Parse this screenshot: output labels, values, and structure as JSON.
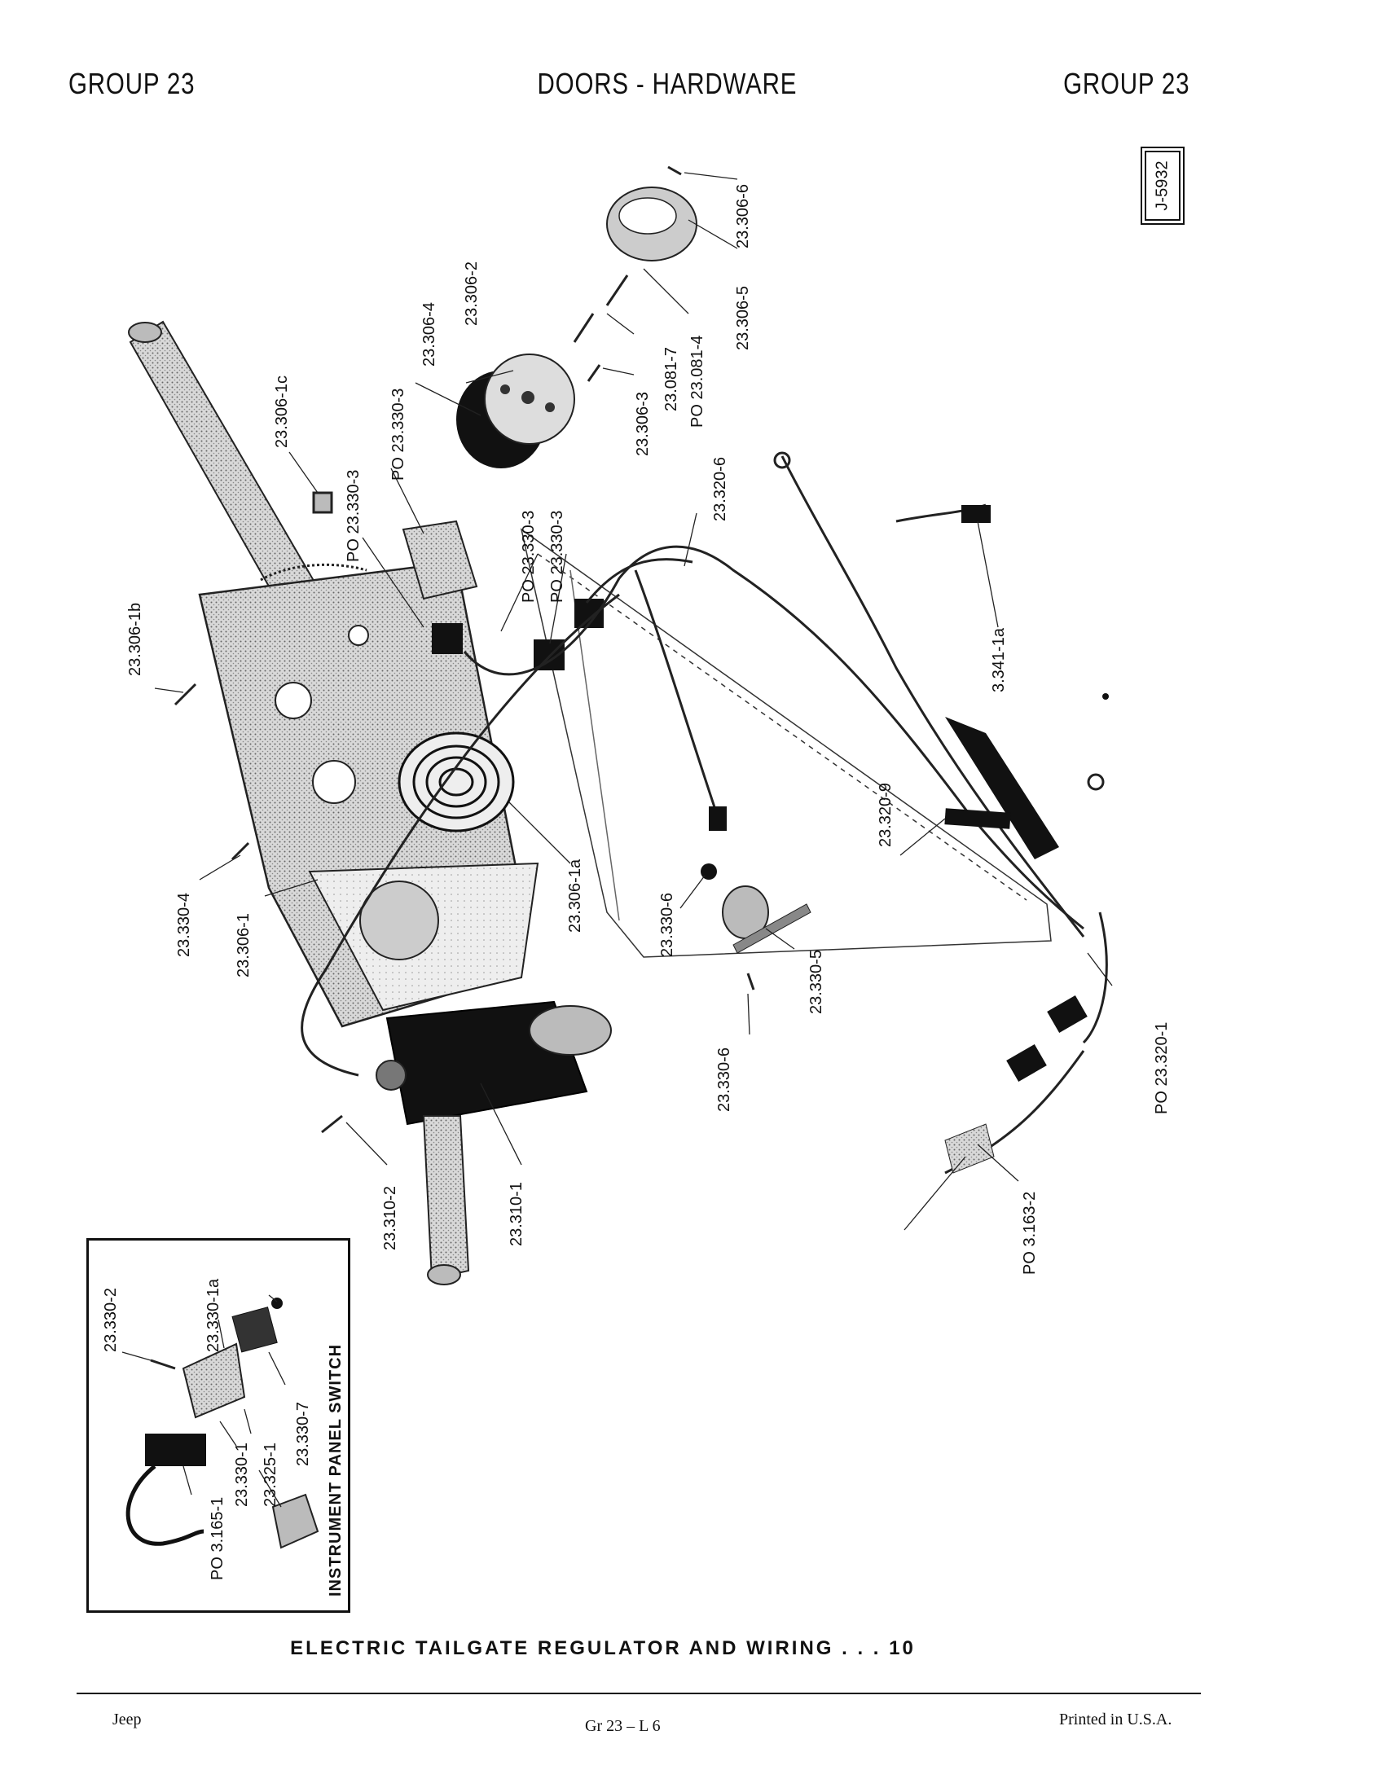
{
  "header": {
    "left": "GROUP 23",
    "center": "DOORS - HARDWARE",
    "right": "GROUP 23"
  },
  "plate_id": "J-5932",
  "labels": {
    "l_306_6": "23.306-6",
    "l_306_5": "23.306-5",
    "l_081_4": "PO 23.081-4",
    "l_081_7": "23.081-7",
    "l_306_3": "23.306-3",
    "l_306_2": "23.306-2",
    "l_306_4": "23.306-4",
    "l_330_3a": "PO 23.330-3",
    "l_306_1c": "23.306-1c",
    "l_330_3b": "PO 23.330-3",
    "l_330_3c": "PO 23.330-3",
    "l_330_3d": "PO 23.330-3",
    "l_320_6": "23.320-6",
    "l_341_1a": "3.341-1a",
    "l_306_1b": "23.306-1b",
    "l_320_9": "23.320-9",
    "l_330_4": "23.330-4",
    "l_306_1": "23.306-1",
    "l_306_1a": "23.306-1a",
    "l_330_6a": "23.330-6",
    "l_330_5": "23.330-5",
    "l_330_6b": "23.330-6",
    "l_320_1": "PO 23.320-1",
    "l_310_2": "23.310-2",
    "l_310_1": "23.310-1",
    "l_163_2": "PO 3.163-2"
  },
  "inset": {
    "title": "INSTRUMENT PANEL SWITCH",
    "labels": {
      "i_330_2": "23.330-2",
      "i_330_1a": "23.330-1a",
      "i_330_7": "23.330-7",
      "i_325_1": "23.325-1",
      "i_330_1": "23.330-1",
      "i_165_1": "PO 3.165-1"
    }
  },
  "caption": "ELECTRIC TAILGATE REGULATOR AND WIRING . . . 10",
  "footer": {
    "left": "Jeep",
    "center": "Gr 23 – L 6",
    "right": "Printed in U.S.A."
  }
}
